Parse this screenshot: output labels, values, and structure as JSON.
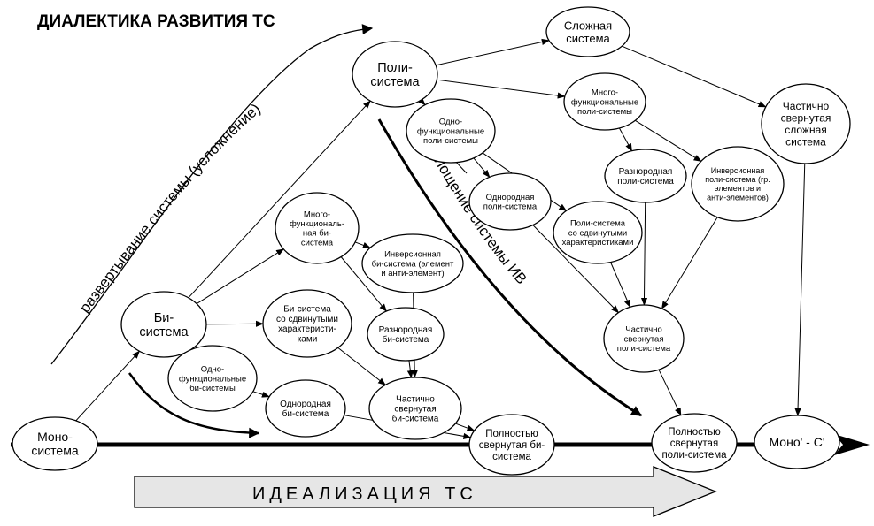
{
  "title": "ДИАЛЕКТИКА  РАЗВИТИЯ  ТС",
  "labels": {
    "deployment": "развертывание системы (усложнение)",
    "absorption": "поглощение системы ИВ",
    "idealization": "ИДЕАЛИЗАЦИЯ  ТС"
  },
  "nodes": {
    "mono": [
      "Моно-",
      "система"
    ],
    "bi": [
      "Би-",
      "система"
    ],
    "poly": [
      "Поли-",
      "система"
    ],
    "complex": [
      "Сложная",
      "система"
    ],
    "partial_complex": [
      "Частично",
      "свернутая",
      "сложная",
      "система"
    ],
    "mono_c": [
      "Моно' - С'"
    ],
    "full_poly": [
      "Полностью",
      "свернутая",
      "поли-система"
    ],
    "full_bi": [
      "Полностью",
      "свернутая би-",
      "система"
    ],
    "multi_bi": [
      "Много-",
      "функциональ-",
      "ная би-",
      "система"
    ],
    "inv_bi": [
      "Инверсионная",
      "би-система (элемент",
      "и анти-элемент)"
    ],
    "shift_bi": [
      "Би-система",
      "со сдвинутыми",
      "характеристи-",
      "ками"
    ],
    "hetero_bi": [
      "Разнородная",
      "би-система"
    ],
    "onefunc_bi": [
      "Одно-",
      "функциональные",
      "би-системы"
    ],
    "homo_bi": [
      "Однородная",
      "би-система"
    ],
    "partial_bi": [
      "Частично",
      "свернутая",
      "би-система"
    ],
    "onefunc_poly": [
      "Одно-",
      "функциональные",
      "поли-системы"
    ],
    "multi_poly": [
      "Много-",
      "функциональные",
      "поли-системы"
    ],
    "hetero_poly": [
      "Разнородная",
      "поли-система"
    ],
    "inv_poly": [
      "Инверсионная",
      "поли-система (гр.",
      "элементов и",
      "анти-элементов)"
    ],
    "homo_poly": [
      "Однородная",
      "поли-система"
    ],
    "shift_poly": [
      "Поли-система",
      "со сдвинутыми",
      "характеристиками"
    ],
    "partial_poly": [
      "Частично",
      "свернутая",
      "поли-система"
    ]
  },
  "edges": [
    [
      "mono",
      "bi"
    ],
    [
      "bi",
      "poly"
    ],
    [
      "bi",
      "multi_bi"
    ],
    [
      "bi",
      "shift_bi"
    ],
    [
      "bi",
      "onefunc_bi"
    ],
    [
      "multi_bi",
      "inv_bi"
    ],
    [
      "multi_bi",
      "hetero_bi"
    ],
    [
      "shift_bi",
      "partial_bi"
    ],
    [
      "onefunc_bi",
      "homo_bi"
    ],
    [
      "homo_bi",
      "full_bi"
    ],
    [
      "hetero_bi",
      "partial_bi"
    ],
    [
      "inv_bi",
      "partial_bi"
    ],
    [
      "partial_bi",
      "full_bi"
    ],
    [
      "poly",
      "complex"
    ],
    [
      "poly",
      "multi_poly"
    ],
    [
      "poly",
      "onefunc_poly"
    ],
    [
      "complex",
      "partial_complex"
    ],
    [
      "partial_complex",
      "mono_c"
    ],
    [
      "multi_poly",
      "hetero_poly"
    ],
    [
      "multi_poly",
      "inv_poly"
    ],
    [
      "onefunc_poly",
      "homo_poly"
    ],
    [
      "onefunc_poly",
      "shift_poly"
    ],
    [
      "homo_poly",
      "partial_poly"
    ],
    [
      "shift_poly",
      "partial_poly"
    ],
    [
      "hetero_poly",
      "partial_poly"
    ],
    [
      "inv_poly",
      "partial_poly"
    ],
    [
      "partial_poly",
      "full_poly"
    ]
  ]
}
